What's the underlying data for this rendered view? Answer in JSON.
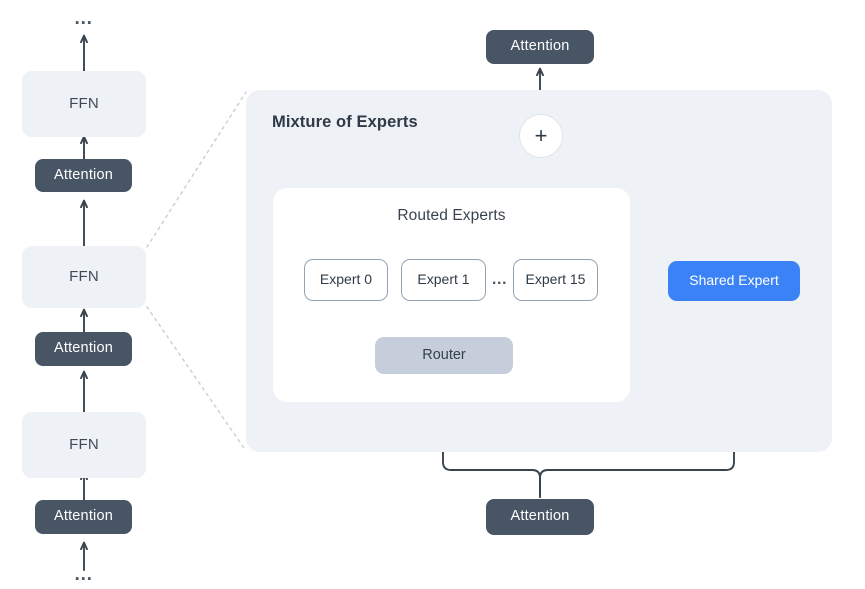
{
  "figure": {
    "title": "Mixture of Experts transformer block diagram",
    "background": "#ffffff",
    "colors": {
      "panel": "#eef1f5",
      "attention": "#475564",
      "router": "#c6cedb",
      "shared_expert": "#3b82f6",
      "expert_border": "#94a3b4",
      "edge": "#39444f",
      "dashed": "#c9d1da"
    }
  },
  "left_stack": {
    "top_ellipsis": "…",
    "bottom_ellipsis": "…",
    "blocks": [
      {
        "label": "FFN",
        "kind": "ffn"
      },
      {
        "label": "Attention",
        "kind": "attention"
      },
      {
        "label": "FFN",
        "kind": "ffn",
        "highlighted": true
      },
      {
        "label": "Attention",
        "kind": "attention"
      },
      {
        "label": "FFN",
        "kind": "ffn"
      },
      {
        "label": "Attention",
        "kind": "attention"
      }
    ]
  },
  "moe": {
    "title": "Mixture of Experts",
    "output_attention": {
      "label": "Attention"
    },
    "input_attention": {
      "label": "Attention"
    },
    "combine_node": {
      "symbol": "+",
      "name": "sum"
    },
    "routed": {
      "title": "Routed Experts",
      "experts": [
        {
          "label": "Expert 0"
        },
        {
          "label": "Expert 1"
        },
        {
          "label": "Expert 15"
        }
      ],
      "expert_ellipsis": "…",
      "router": {
        "label": "Router"
      }
    },
    "shared": {
      "label": "Shared Expert"
    }
  }
}
